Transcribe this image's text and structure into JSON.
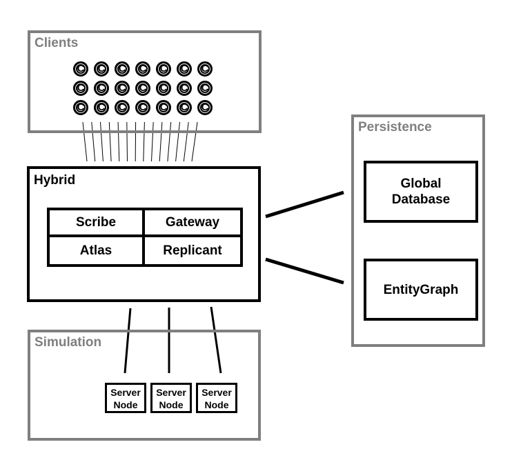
{
  "clients": {
    "title": "Clients",
    "icon": "C",
    "rows": 3,
    "cols": 7
  },
  "hybrid": {
    "title": "Hybrid",
    "modules": [
      "Scribe",
      "Gateway",
      "Atlas",
      "Replicant"
    ]
  },
  "persistence": {
    "title": "Persistence",
    "items": [
      {
        "line1": "Global",
        "line2": "Database"
      },
      {
        "line1": "EntityGraph",
        "line2": ""
      }
    ]
  },
  "simulation": {
    "title": "Simulation",
    "nodes": [
      {
        "line1": "Server",
        "line2": "Node"
      },
      {
        "line1": "Server",
        "line2": "Node"
      },
      {
        "line1": "Server",
        "line2": "Node"
      }
    ]
  },
  "colors": {
    "section_border": "#7f7f7f",
    "component_border": "#000000"
  }
}
